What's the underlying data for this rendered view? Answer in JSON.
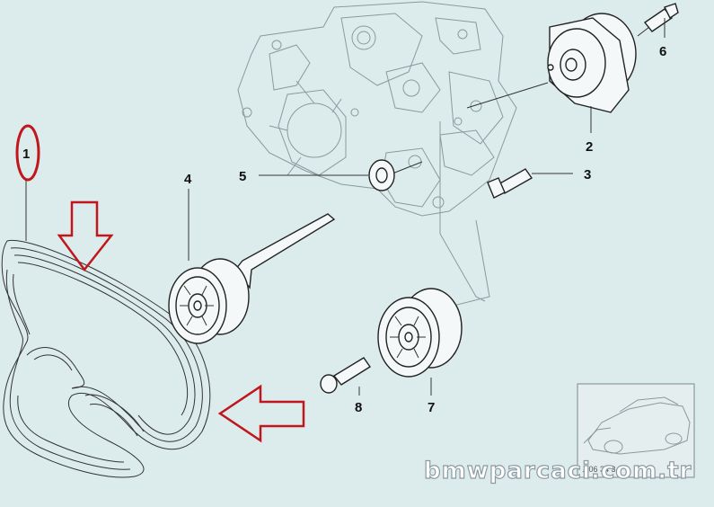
{
  "callouts": {
    "belt": "1",
    "tensioner": "2",
    "tensioner_bolt": "3",
    "idler_with_arm": "4",
    "washer": "5",
    "long_bolt": "6",
    "idler_pulley": "7",
    "pulley_bolt": "8"
  },
  "watermark": "bmwparcaci.com.tr",
  "thumbnail_code": "...06 34 3",
  "colors": {
    "background": "#dcecec",
    "highlight_red": "#c0161c",
    "line": "#222222"
  }
}
